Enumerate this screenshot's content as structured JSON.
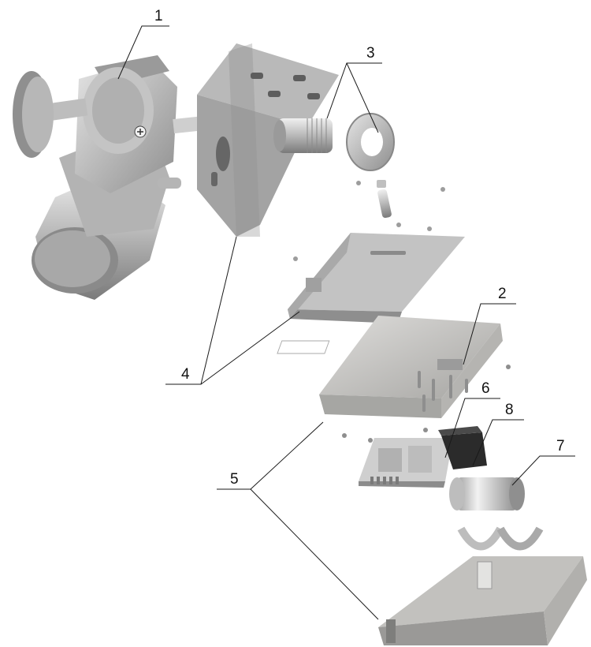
{
  "callouts": [
    {
      "id": "1",
      "label": "1"
    },
    {
      "id": "2",
      "label": "2"
    },
    {
      "id": "3",
      "label": "3"
    },
    {
      "id": "4",
      "label": "4"
    },
    {
      "id": "5",
      "label": "5"
    },
    {
      "id": "6",
      "label": "6"
    },
    {
      "id": "7",
      "label": "7"
    },
    {
      "id": "8",
      "label": "8"
    }
  ],
  "colors": {
    "metal_light": "#cfcfcf",
    "metal_mid": "#a9a9a9",
    "metal_dark": "#7d7d7d",
    "plastic": "#c9c8c5",
    "black_part": "#2a2a2a",
    "leader_line": "#1a1a1a"
  }
}
